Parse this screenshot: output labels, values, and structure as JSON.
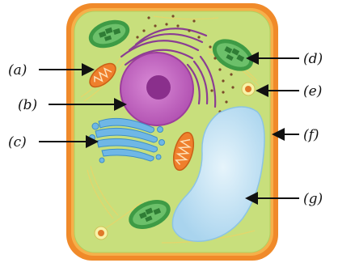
{
  "labels": {
    "a": "(a)",
    "b": "(b)",
    "c": "(c)",
    "d": "(d)",
    "e": "(e)",
    "f": "(f)",
    "g": "(g)"
  },
  "colors": {
    "wall": "#f08a2a",
    "wall_inner": "#f6b04a",
    "cytoplasm": "#c8df7c",
    "cytoplasm_edge": "#b2cf5e",
    "nucleus": "#c96cc6",
    "nucleolus": "#8a2f8c",
    "er": "#8a3d93",
    "golgi": "#6fb7e6",
    "mitochondria": "#ef7f2c",
    "chloroplast": "#3e9b45",
    "vacuole": "#bfe0f3",
    "arrow": "#111111"
  }
}
